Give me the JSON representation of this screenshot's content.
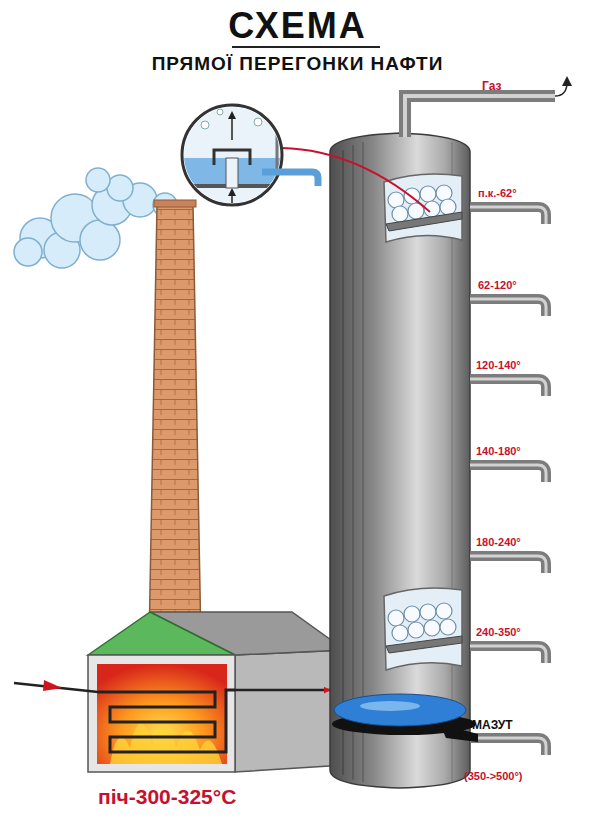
{
  "diagram": {
    "title": "СХЕМА",
    "nodes": [
      {
        "text": [
          "піч-300-325°С"
        ]
      },
      {
        "text": [
          "МАЗУТ",
          "(350->500°)"
        ]
      }
    ],
    "edges": [
      {
        "from": 0,
        "to": 1,
        "arrow": "to"
      }
    ],
    "labels": [
      "ПРЯМОЇ ПЕРЕГОНКИ НАФТИ",
      "Газ",
      "п.к.-62°",
      "62-120°",
      "120-140°",
      "140-180°",
      "180-240°",
      "240-350°"
    ]
  }
}
